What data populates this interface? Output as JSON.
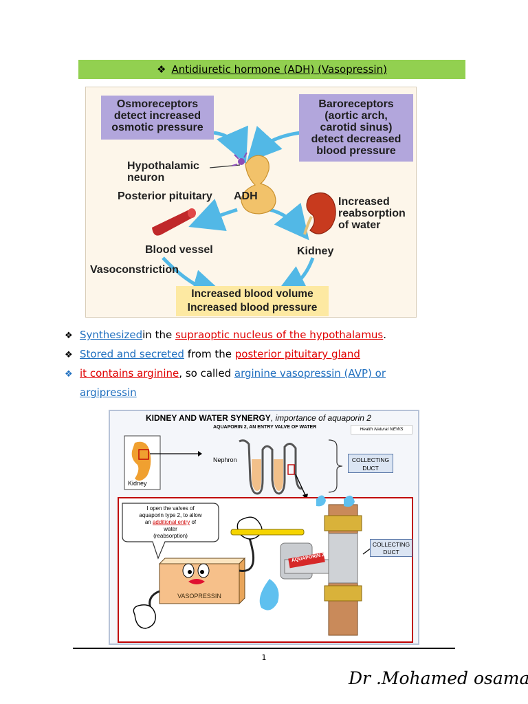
{
  "title": {
    "bullet": "❖",
    "text": "Antidiuretic hormone (ADH) (Vasopressin)"
  },
  "figure1": {
    "osmo_box": [
      "Osmoreceptors",
      "detect increased",
      "osmotic pressure"
    ],
    "baro_box": [
      "Baroreceptors",
      "(aortic arch,",
      "carotid sinus)",
      "detect decreased",
      "blood pressure"
    ],
    "hypothalamic": [
      "Hypothalamic",
      "neuron"
    ],
    "posterior_pituitary": "Posterior pituitary",
    "adh": "ADH",
    "increased_reabsorption": [
      "Increased",
      "reabsorption",
      "of water"
    ],
    "blood_vessel": "Blood vessel",
    "kidney": "Kidney",
    "vasoconstriction": "Vasoconstriction",
    "result_box": [
      "Increased blood volume",
      "Increased blood pressure"
    ],
    "colors": {
      "box_purple": "#b2a6dc",
      "box_yellow": "#fde9a2",
      "arrow": "#52b8e6",
      "gland": "#f2c26a",
      "kidney": "#c83a1e"
    }
  },
  "bullets": [
    {
      "marker": "❖",
      "parts": [
        {
          "text": "Synthesized ",
          "style": "blue"
        },
        {
          "text": "in the ",
          "style": "blk"
        },
        {
          "text": "supraoptic nucleus of the hypothalamus",
          "style": "red"
        },
        {
          "text": ".",
          "style": "blk"
        }
      ]
    },
    {
      "marker": "❖",
      "parts": [
        {
          "text": "Stored and secreted",
          "style": "blue"
        },
        {
          "text": " from the ",
          "style": "blk"
        },
        {
          "text": "posterior pituitary gland",
          "style": "red"
        }
      ]
    },
    {
      "marker": "❖",
      "parts": [
        {
          "text": "it contains arginine",
          "style": "red"
        },
        {
          "text": ", so called ",
          "style": "blk"
        },
        {
          "text": "arginine vasopressin (AVP) or",
          "style": "blue"
        }
      ],
      "continuation": "argipressin"
    }
  ],
  "figure2": {
    "title_bold": "KIDNEY AND WATER SYNERGY",
    "title_italic": ", importance of aquaporin 2",
    "subtitle": "AQUAPORIN 2, AN ENTRY VALVE OF WATER",
    "brand": "Health Natural NEWS",
    "kidney_label": "Kidney",
    "nephron_label": "Nephron",
    "collecting_duct_top": [
      "COLLECTING",
      "DUCT"
    ],
    "speech": {
      "line1": "I open the valves of",
      "line2": "aquaporin type 2, to allow",
      "line3_pre": "an ",
      "line3_highlight": "additional entry",
      "line3_post": " of",
      "line4": "water",
      "line5": "(reabsorption)"
    },
    "vasopressin_label": "VASOPRESSIN",
    "aquaporin_label": "AQUAPORIN 2",
    "collecting_duct_bottom": [
      "COLLECTING",
      "DUCT"
    ]
  },
  "footer": {
    "page_number": "1",
    "author": "Dr .Mohamed osama"
  }
}
